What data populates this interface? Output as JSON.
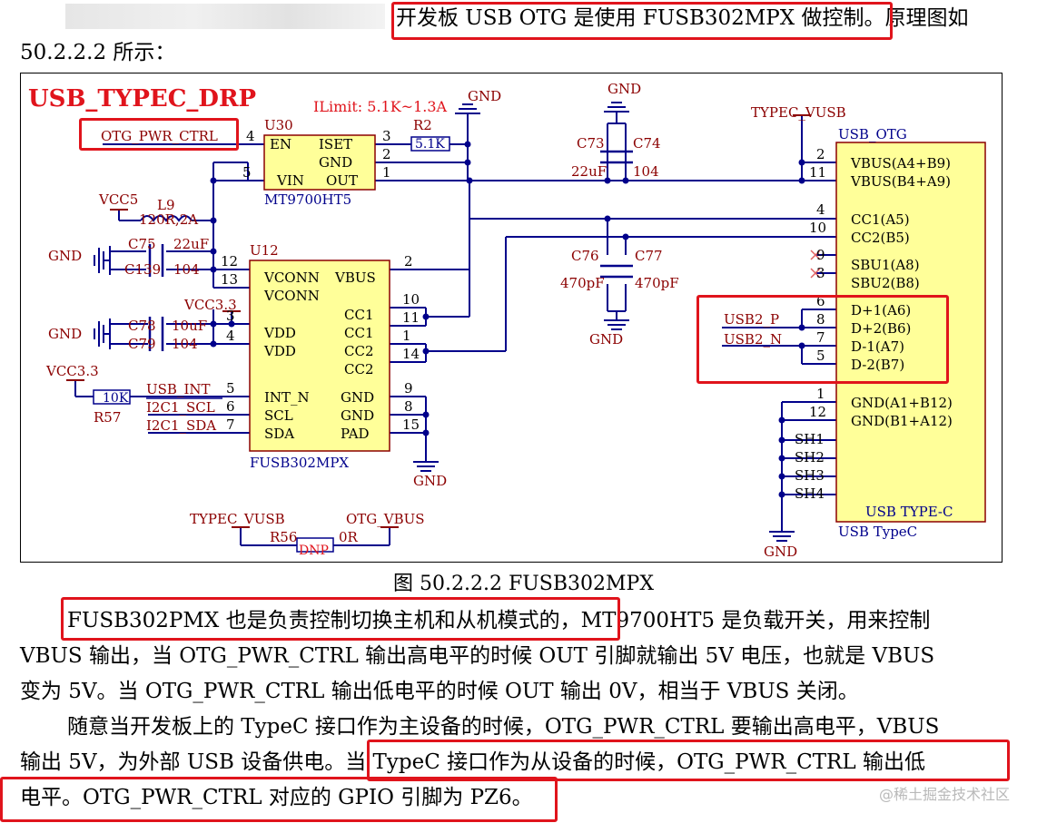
{
  "intro": {
    "line1": "开发板 USB OTG 是使用 FUSB302MPX 做控制。原理图如",
    "line2": "50.2.2.2 所示："
  },
  "schematic": {
    "title": "USB_TYPEC_DRP",
    "ilimit": "ILimit: 5.1K~1.3A",
    "labels": {
      "otg_pwr_ctrl": "OTG_PWR_CTRL",
      "u30": "U30",
      "en": "EN",
      "iset": "ISET",
      "gnd": "GND",
      "vin": "VIN",
      "out": "OUT",
      "mt9700": "MT9700HT5",
      "r2": "R2",
      "r2v": "5.1K",
      "gnd_sym": "GND",
      "vcc5": "VCC5",
      "l9": "L9",
      "l9v": "120R,2A",
      "c75": "C75",
      "c75v": "22uF",
      "c139": "C139",
      "c139v": "104",
      "u12": "U12",
      "vconn": "VCONN",
      "vbus": "VBUS",
      "vcc33": "VCC3.3",
      "c78": "C78",
      "c78v": "10uF",
      "c79": "C79",
      "c79v": "104",
      "vdd": "VDD",
      "cc1": "CC1",
      "cc2": "CC2",
      "usb_int": "USB_INT",
      "i2c1_scl": "I2C1_SCL",
      "i2c1_sda": "I2C1_SDA",
      "int_n": "INT_N",
      "scl": "SCL",
      "sda": "SDA",
      "pad": "PAD",
      "r57": "R57",
      "r57v": "10K",
      "fusb": "FUSB302MPX",
      "typec_vusb": "TYPEC_VUSB",
      "otg_vbus": "OTG_VBUS",
      "r56": "R56",
      "dnp": "DNP",
      "r56v": "0R",
      "c73": "C73",
      "c74": "C74",
      "c73v": "22uF",
      "c74v": "104",
      "c76": "C76",
      "c77": "C77",
      "c76v": "470pF",
      "c77v": "470pF",
      "usb_otg": "USB_OTG",
      "vbus1": "VBUS(A4+B9)",
      "vbus2": "VBUS(B4+A9)",
      "cc1a5": "CC1(A5)",
      "cc2b5": "CC2(B5)",
      "sbu1": "SBU1(A8)",
      "sbu2": "SBU2(B8)",
      "dp1": "D+1(A6)",
      "dp2": "D+2(B6)",
      "dm1": "D-1(A7)",
      "dm2": "D-2(B7)",
      "gnd1": "GND(A1+B12)",
      "gnd2": "GND(B1+A12)",
      "sh1": "SH1",
      "sh2": "SH2",
      "sh3": "SH3",
      "sh4": "SH4",
      "usb2p": "USB2_P",
      "usb2n": "USB2_N",
      "typec_inner": "USB TYPE-C",
      "typec_under": "USB TypeC"
    },
    "pins": {
      "u30_en": "4",
      "u30_iset": "3",
      "u30_gnd": "2",
      "u30_vin": "5",
      "u30_out": "1",
      "u12_vconn1": "12",
      "u12_vconn2": "13",
      "u12_vbus": "2",
      "u12_vdd1": "3",
      "u12_vdd2": "4",
      "u12_cc1a": "10",
      "u12_cc1b": "11",
      "u12_cc2a": "1",
      "u12_cc2b": "14",
      "u12_int": "5",
      "u12_scl": "6",
      "u12_sda": "7",
      "u12_gnd1": "9",
      "u12_gnd2": "8",
      "u12_pad": "15",
      "j_vbus1": "2",
      "j_vbus2": "11",
      "j_cc1": "4",
      "j_cc2": "10",
      "j_sbu1": "9",
      "j_sbu2": "3",
      "j_dp1": "6",
      "j_dp2": "8",
      "j_dm1": "7",
      "j_dm2": "5",
      "j_gnd1": "1",
      "j_gnd2": "12"
    }
  },
  "caption": "图 50.2.2.2 FUSB302MPX",
  "para1": {
    "line1": "FUSB302PMX 也是负责控制切换主机和从机模式的，MT9700HT5 是负载开关，用来控制",
    "line2": "VBUS 输出，当 OTG_PWR_CTRL 输出高电平的时候 OUT 引脚就输出 5V 电压，也就是 VBUS",
    "line3": "变为 5V。当 OTG_PWR_CTRL 输出低电平的时候 OUT 输出 0V，相当于 VBUS 关闭。"
  },
  "para2": {
    "line1": "随意当开发板上的 TypeC 接口作为主设备的时候，OTG_PWR_CTRL 要输出高电平，VBUS",
    "line2": "输出 5V，为外部 USB 设备供电。当 TypeC 接口作为从设备的时候，OTG_PWR_CTRL 输出低",
    "line3": "电平。OTG_PWR_CTRL 对应的 GPIO 引脚为 PZ6。"
  },
  "watermark": "@稀土掘金技术社区",
  "colors": {
    "highlight": "#e0141c",
    "wire": "#00008b",
    "label": "#8b0000",
    "component": "#ffff99"
  }
}
